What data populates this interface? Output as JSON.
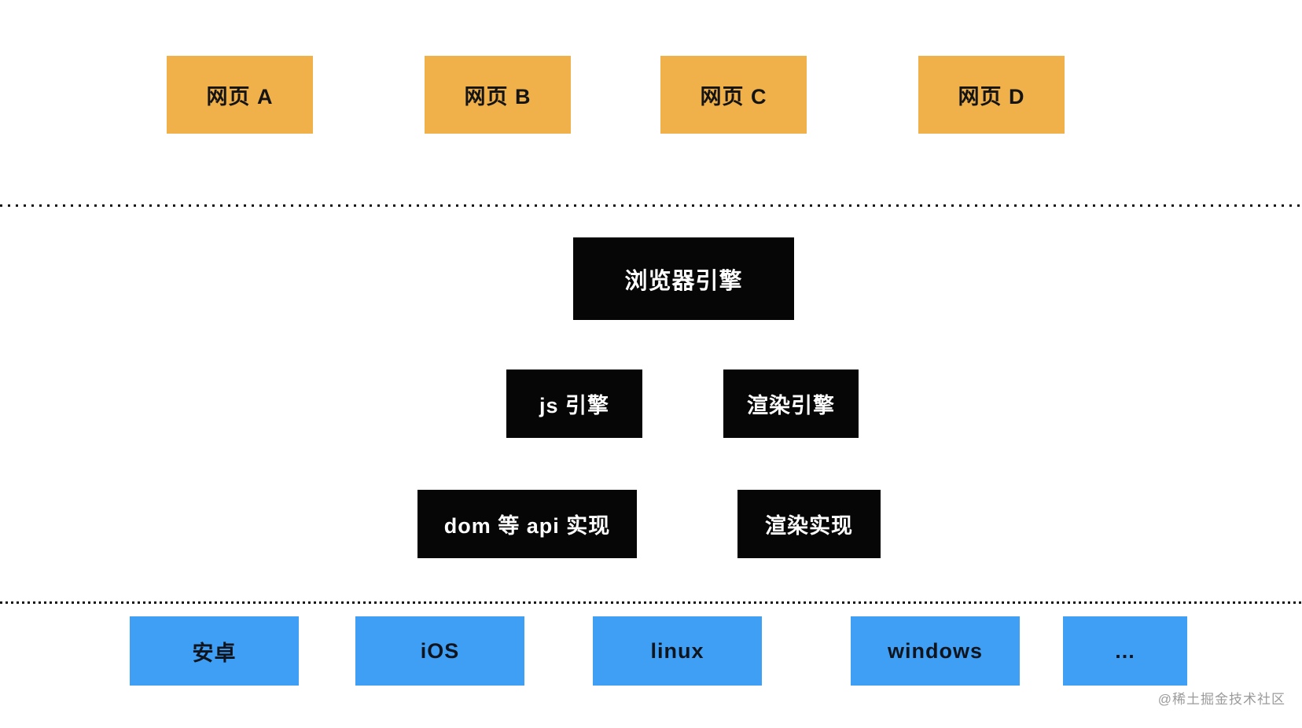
{
  "page": {
    "watermark": "@稀土掘金技术社区"
  },
  "colors": {
    "webpage_box": "#F0B04A",
    "engine_box": "#060606",
    "platform_box": "#3F9FF5",
    "engine_text": "#ffffff",
    "dark_text": "#141414",
    "watermark_text": "#9b9b9b",
    "dotted_line": "#151515",
    "background": "#ffffff"
  },
  "diagram": {
    "web_pages": [
      {
        "label": "网页 A"
      },
      {
        "label": "网页 B"
      },
      {
        "label": "网页 C"
      },
      {
        "label": "网页 D"
      }
    ],
    "browser_engine": {
      "label": "浏览器引擎"
    },
    "engines": [
      {
        "label": "js 引擎"
      },
      {
        "label": "渲染引擎"
      }
    ],
    "implementations": [
      {
        "label": "dom 等 api 实现"
      },
      {
        "label": "渲染实现"
      }
    ],
    "platforms": [
      {
        "label": "安卓"
      },
      {
        "label": "iOS"
      },
      {
        "label": "linux"
      },
      {
        "label": "windows"
      },
      {
        "label": "..."
      }
    ]
  }
}
